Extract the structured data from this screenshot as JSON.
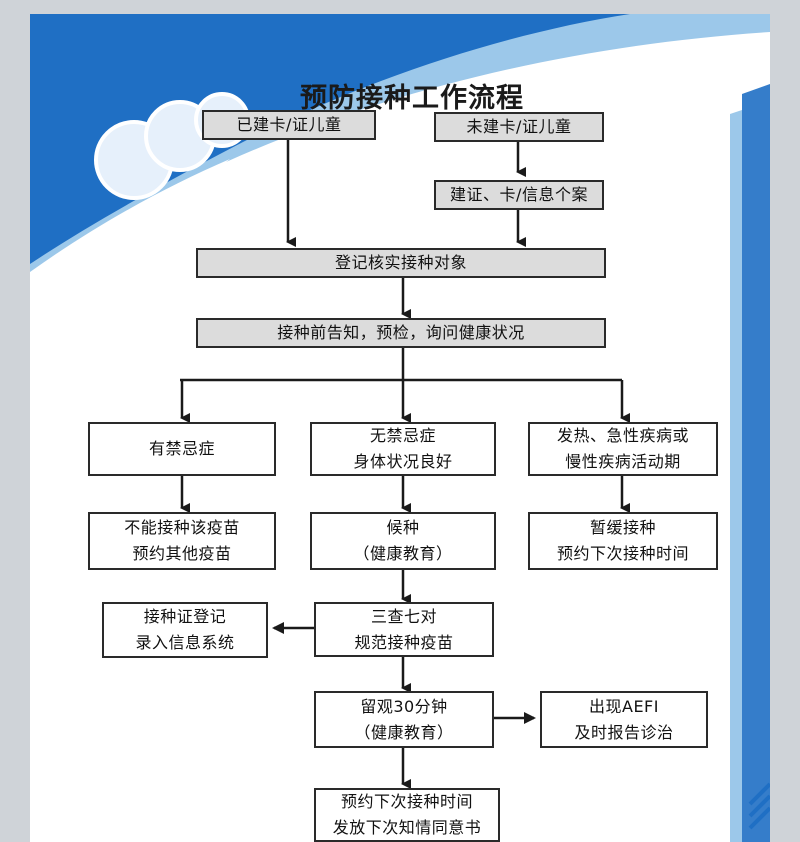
{
  "title": "预防接种工作流程",
  "boxes": {
    "carded": "已建卡/证儿童",
    "uncarded": "未建卡/证儿童",
    "create_card": "建证、卡/信息个案",
    "register": "登记核实接种对象",
    "pre_check": "接种前告知，预检，询问健康状况",
    "contra": "有禁忌症",
    "no_contra_1": "无禁忌症",
    "no_contra_2": "身体状况良好",
    "fever_1": "发热、急性疾病或",
    "fever_2": "慢性疾病活动期",
    "cannot_1": "不能接种该疫苗",
    "cannot_2": "预约其他疫苗",
    "wait_1": "候种",
    "wait_2": "（健康教育）",
    "defer_1": "暂缓接种",
    "defer_2": "预约下次接种时间",
    "record_1": "接种证登记",
    "record_2": "录入信息系统",
    "check_1": "三查七对",
    "check_2": "规范接种疫苗",
    "observe_1": "留观30分钟",
    "observe_2": "（健康教育）",
    "aefi_1": "出现AEFI",
    "aefi_2": "及时报告诊治",
    "next_1": "预约下次接种时间",
    "next_2": "发放下次知情同意书"
  },
  "colors": {
    "band_blue": "#1f6fc4",
    "light_blue": "#9cc8ea",
    "bubble": "#e6f0fb",
    "box_gray": "#dcdcdc",
    "line": "#1a1a1a"
  }
}
